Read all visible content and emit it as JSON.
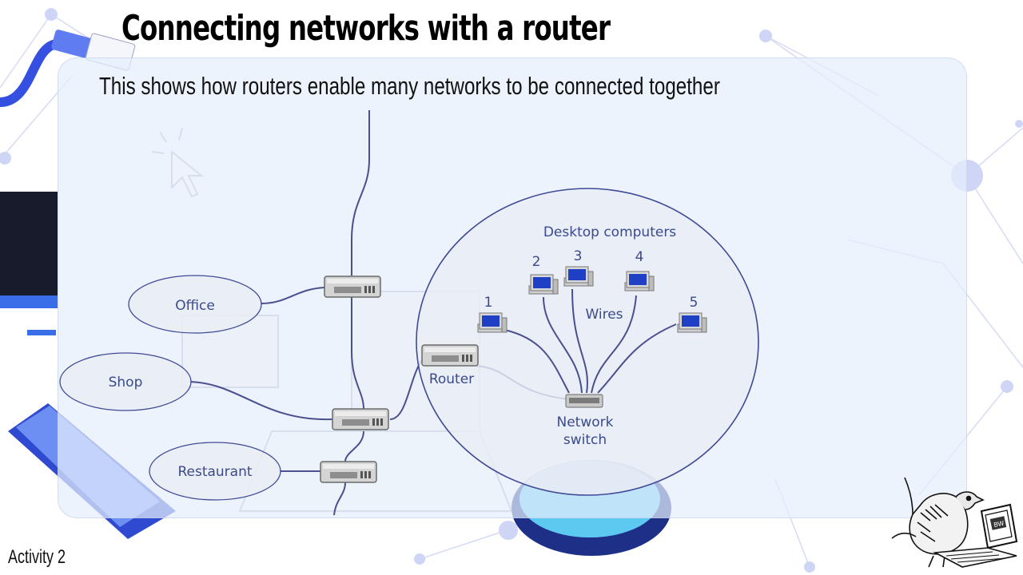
{
  "slide": {
    "title": "Connecting networks with a router",
    "subtitle": "This shows how routers enable many networks to be connected together",
    "footer": "Activity 2"
  },
  "diagram": {
    "networks": [
      {
        "id": "office",
        "label": "Office"
      },
      {
        "id": "shop",
        "label": "Shop"
      },
      {
        "id": "restaurant",
        "label": "Restaurant"
      }
    ],
    "lan": {
      "group_label": "Desktop computers",
      "computers": [
        "1",
        "2",
        "3",
        "4",
        "5"
      ],
      "wires_label": "Wires",
      "router_label": "Router",
      "switch_label_line1": "Network",
      "switch_label_line2": "switch"
    }
  },
  "colors": {
    "line": "#4a4f8f",
    "ellipse_fill": "#e9edf4",
    "ellipse_stroke": "#3f4a96",
    "label_text": "#3b4a8c",
    "panel": "#e4eefc",
    "device_body": "#9b9b9b",
    "screen": "#1f3fc4",
    "background_network": "#c9cff2"
  },
  "icons": [
    "router-icon",
    "desktop-computer-icon",
    "network-switch-icon",
    "wren-mascot-icon"
  ]
}
